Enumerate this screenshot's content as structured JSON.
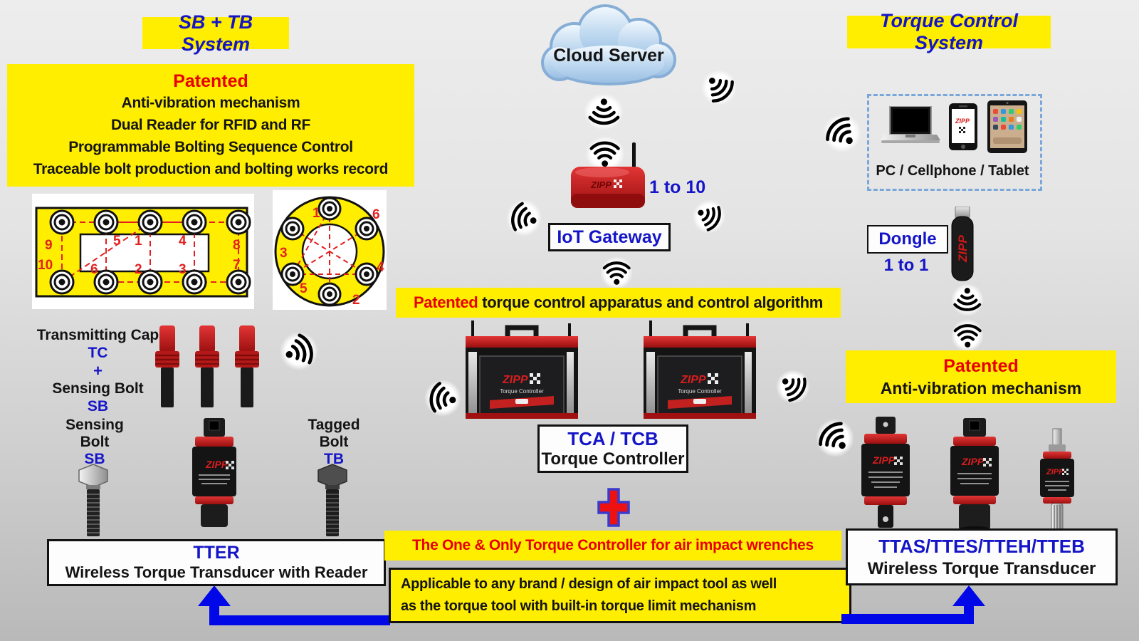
{
  "titles": {
    "left": "SB + TB System",
    "right": "Torque Control System"
  },
  "patented_left": {
    "heading": "Patented",
    "lines": [
      "Anti-vibration mechanism",
      "Dual Reader for RFID and RF",
      "Programmable Bolting Sequence Control",
      "Traceable bolt production and bolting works record"
    ]
  },
  "flange_rect": {
    "top_numbers": [
      "9",
      "5",
      "1",
      "4",
      "8"
    ],
    "bottom_numbers": [
      "10",
      "6",
      "2",
      "3",
      "7"
    ]
  },
  "flange_circle": {
    "numbers": [
      "1",
      "6",
      "4",
      "2",
      "5",
      "3"
    ]
  },
  "transmitting_cap": {
    "title": "Transmitting Cap",
    "code": "TC",
    "plus": "+",
    "subtitle": "Sensing Bolt",
    "subcode": "SB"
  },
  "sensing_bolt": {
    "word1": "Sensing",
    "word2": "Bolt",
    "code": "SB"
  },
  "tagged_bolt": {
    "word1": "Tagged",
    "word2": "Bolt",
    "code": "TB"
  },
  "tter": {
    "model": "TTER",
    "name": "Wireless Torque Transducer with Reader"
  },
  "cloud": {
    "label": "Cloud Server"
  },
  "gateway": {
    "label": "IoT Gateway",
    "ratio": "1 to 10"
  },
  "patented_center": {
    "highlight": "Patented",
    "rest": " torque control apparatus and control algorithm"
  },
  "controller": {
    "model": "TCA / TCB",
    "name": "Torque Controller",
    "screen_label": "Torque Controller"
  },
  "one_and_only": "The One & Only Torque Controller for air impact wrenches",
  "applicable": {
    "line1": "Applicable to any brand / design of air impact tool as well",
    "line2": "as the torque tool with built-in torque limit mechanism"
  },
  "pc_group": {
    "label": "PC / Cellphone / Tablet"
  },
  "dongle": {
    "label": "Dongle",
    "ratio": "1 to 1"
  },
  "patented_right": {
    "heading": "Patented",
    "line": "Anti-vibration mechanism"
  },
  "ttas": {
    "model": "TTAS/TTES/TTEH/TTEB",
    "name": "Wireless Torque Transducer"
  },
  "brand": {
    "logo": "ZIPP"
  },
  "colors": {
    "yellow": "#ffee00",
    "blue": "#1515c8",
    "red": "#e80000",
    "arrow_blue": "#0008e8"
  }
}
